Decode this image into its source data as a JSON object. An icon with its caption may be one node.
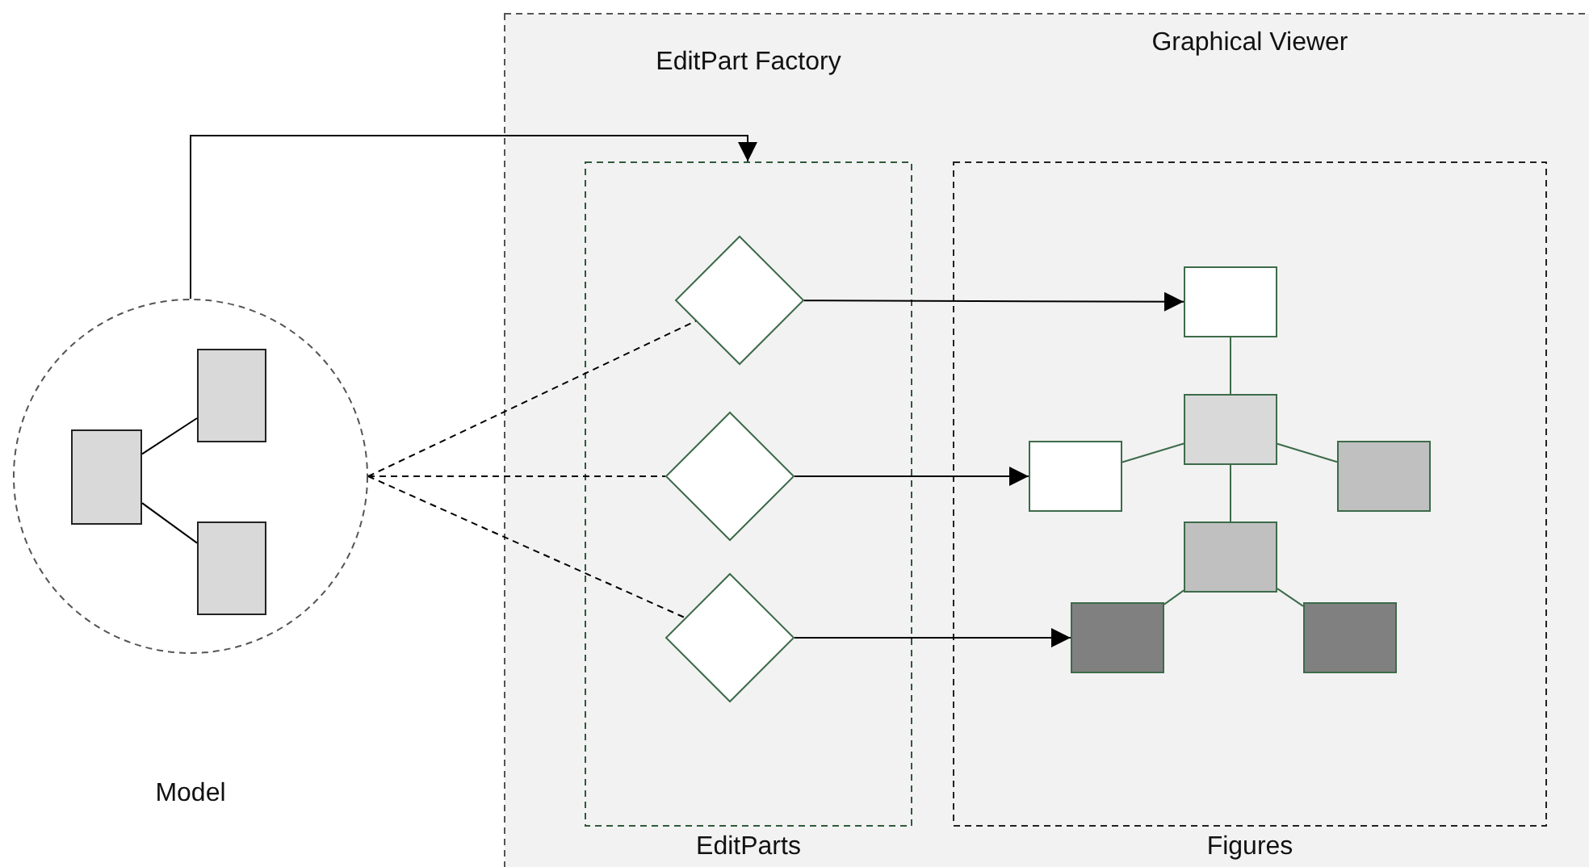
{
  "diagram": {
    "nodes": [
      {
        "text": [],
        "shape": "box"
      },
      {
        "text": [
          "EditPart Factory",
          "EditParts"
        ],
        "in": 0
      },
      {
        "text": [
          "Graphical Viewer",
          "Figures"
        ],
        "in": 0
      },
      {
        "text": [
          "Model"
        ]
      },
      {
        "text": [],
        "shape": "box",
        "in": 3
      },
      {
        "text": [],
        "shape": "box",
        "in": 3
      },
      {
        "text": [],
        "shape": "box",
        "in": 3
      },
      {
        "text": [],
        "shape": "diamond",
        "in": 1
      },
      {
        "text": [],
        "shape": "diamond",
        "in": 1
      },
      {
        "text": [],
        "shape": "diamond",
        "in": 1
      },
      {
        "text": [],
        "shape": "box",
        "in": 2
      },
      {
        "text": [],
        "shape": "box",
        "in": 2
      },
      {
        "text": [],
        "shape": "box",
        "in": 2
      },
      {
        "text": [],
        "shape": "box",
        "in": 2
      },
      {
        "text": [],
        "shape": "box",
        "in": 2
      },
      {
        "text": [],
        "shape": "box",
        "in": 2
      },
      {
        "text": [],
        "shape": "box",
        "in": 2
      }
    ],
    "edges": [
      {
        "from": 3,
        "to": 1,
        "arrow": "to"
      },
      {
        "from": 4,
        "to": 5,
        "arrow": "none"
      },
      {
        "from": 4,
        "to": 6,
        "arrow": "none"
      },
      {
        "from": 3,
        "to": 7,
        "arrow": "none",
        "style": "dashed"
      },
      {
        "from": 3,
        "to": 8,
        "arrow": "none",
        "style": "dashed"
      },
      {
        "from": 3,
        "to": 9,
        "arrow": "none",
        "style": "dashed"
      },
      {
        "from": 7,
        "to": 10,
        "arrow": "to"
      },
      {
        "from": 8,
        "to": 12,
        "arrow": "to"
      },
      {
        "from": 9,
        "to": 15,
        "arrow": "to"
      },
      {
        "from": 10,
        "to": 11,
        "arrow": "none",
        "color": "#3d6b4a"
      },
      {
        "from": 11,
        "to": 12,
        "arrow": "none",
        "color": "#3d6b4a"
      },
      {
        "from": 11,
        "to": 13,
        "arrow": "none",
        "color": "#3d6b4a"
      },
      {
        "from": 11,
        "to": 14,
        "arrow": "none",
        "color": "#3d6b4a"
      },
      {
        "from": 14,
        "to": 15,
        "arrow": "none",
        "color": "#3d6b4a"
      },
      {
        "from": 14,
        "to": 16,
        "arrow": "none",
        "color": "#3d6b4a"
      }
    ]
  }
}
